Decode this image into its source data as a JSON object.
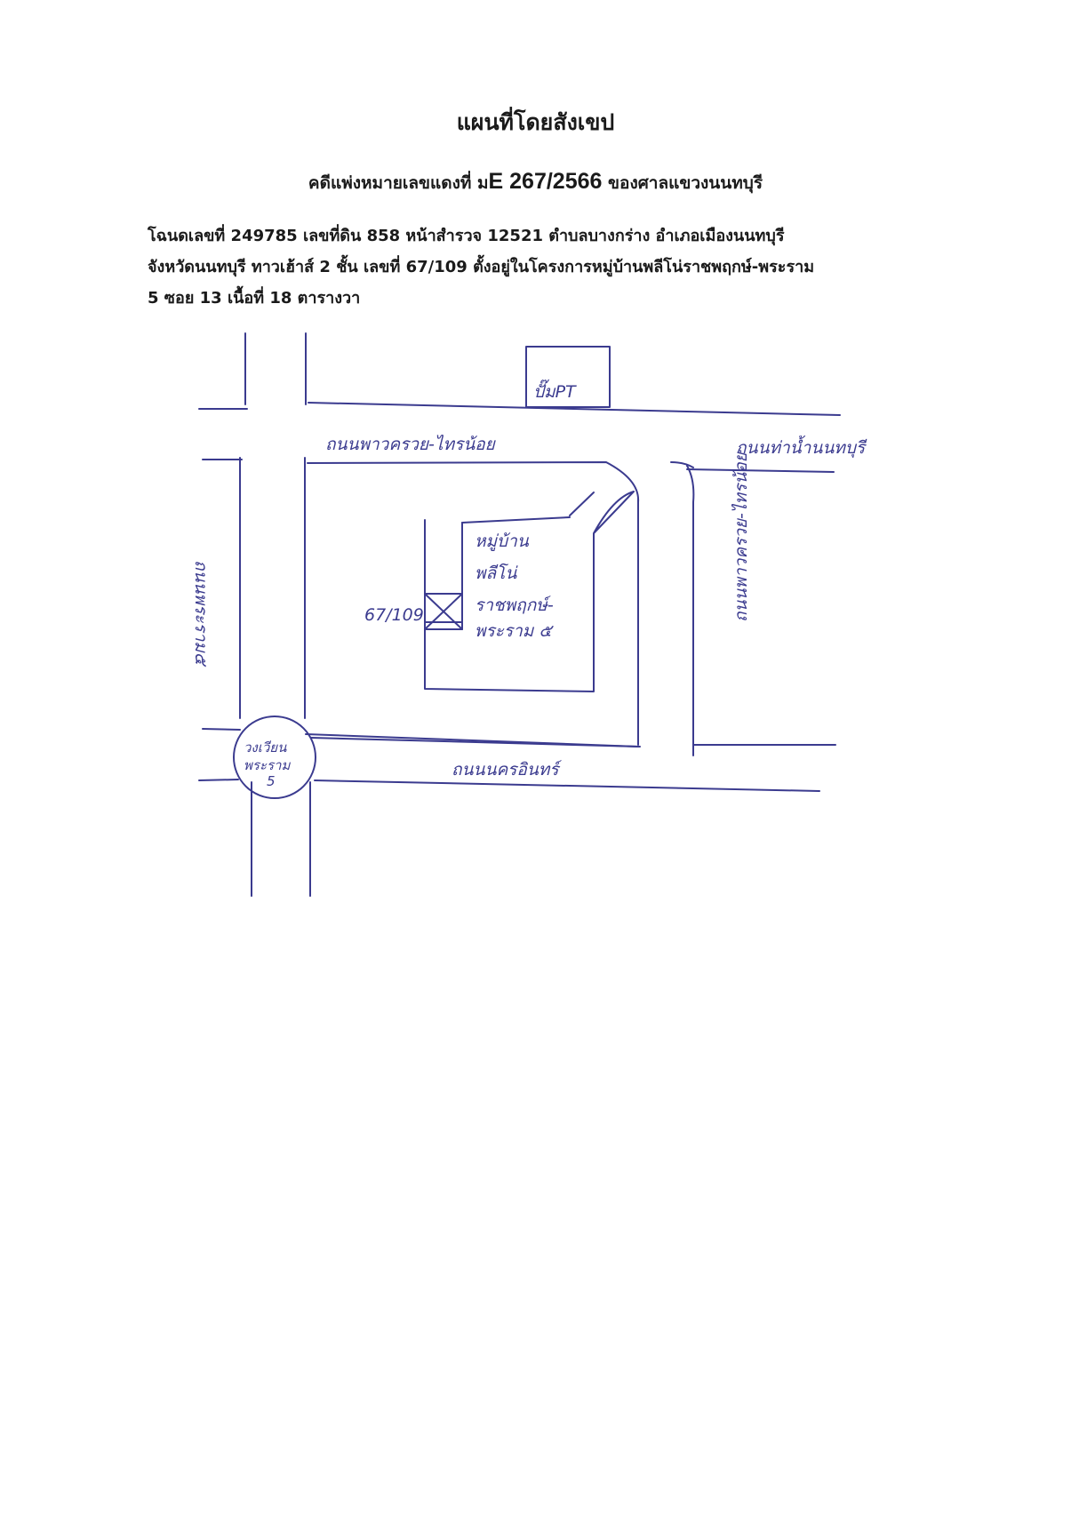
{
  "document": {
    "title": "แผนที่โดยสังเขป",
    "case_prefix": "คดีแพ่งหมายเลขแดงที่ ม",
    "case_number": "E 267/2566",
    "case_suffix": " ของศาลแขวงนนทบุรี",
    "description_lines": [
      "โฉนดเลขที่ 249785 เลขที่ดิน 858 หน้าสำรวจ 12521 ตำบลบางกร่าง อำเภอเมืองนนทบุรี",
      "จังหวัดนนทบุรี ทาวเฮ้าส์ 2 ชั้น เลขที่ 67/109 ตั้งอยู่ในโครงการหมู่บ้านพลีโน่ราชพฤกษ์-พระราม",
      "5 ซอย 13 เนื้อที่ 18 ตารางวา"
    ]
  },
  "map": {
    "ink_color": "#3b3b8f",
    "labels": {
      "pt_station": "ปั๊มPT",
      "road_top": "ถนนพาวครวย-ไทรน้อย",
      "road_top_right": "ถนนท่าน้ำนนทบุรี",
      "road_left": "ถนนพระราม๕",
      "road_right": "ถนนพาวครวย-ไทรน้อย",
      "road_bottom": "ถนนนครอินทร์",
      "village_line1": "หมู่บ้าน",
      "village_line2": "พลีโน่",
      "village_line3": "ราชพฤกษ์-",
      "village_line4": "พระราม ๕",
      "house_number": "67/109",
      "roundabout_line1": "วงเวียน",
      "roundabout_line2": "พระราม",
      "roundabout_line3": "5"
    }
  }
}
